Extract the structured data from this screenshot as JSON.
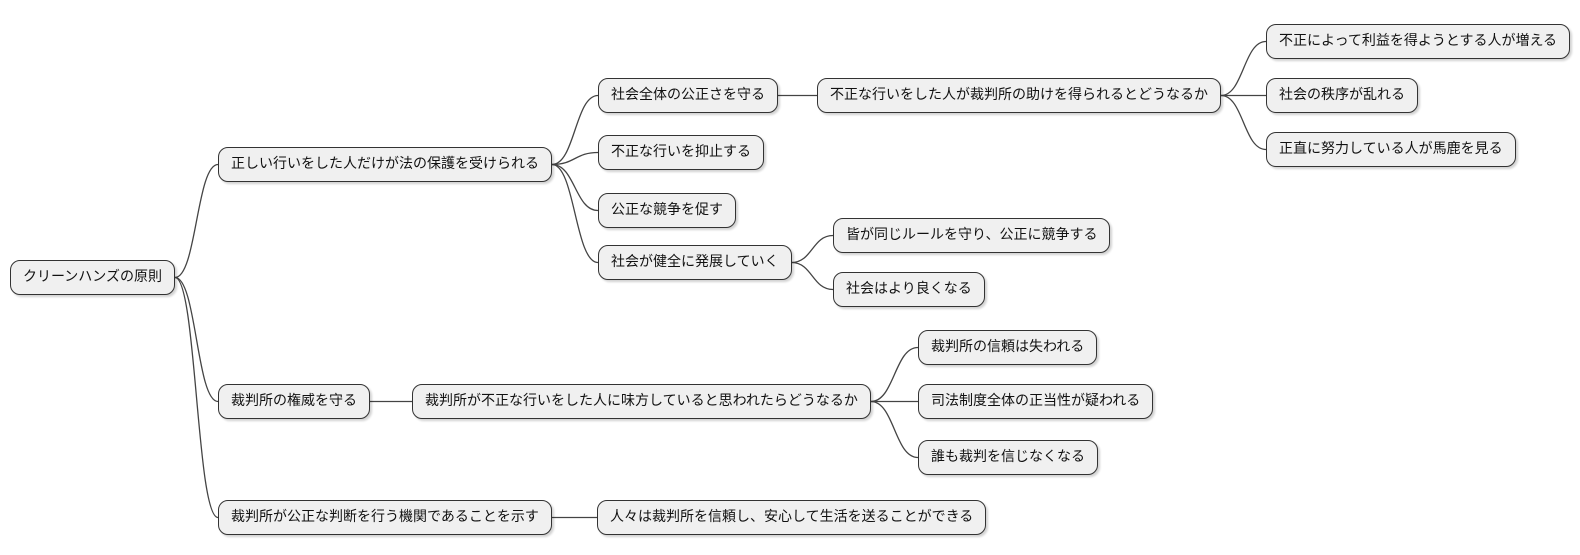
{
  "diagram": {
    "type": "mindmap",
    "title": "クリーンハンズの原則",
    "orientation": "left-to-right"
  },
  "colors": {
    "background": "#ffffff",
    "node_fill": "#f0f0f0",
    "node_border": "#333333",
    "edge": "#444444",
    "text": "#111111"
  },
  "nodes": {
    "root": {
      "label": "クリーンハンズの原則",
      "parent": null
    },
    "law_protection": {
      "label": "正しい行いをした人だけが法の保護を受けられる",
      "parent": "root"
    },
    "fairness": {
      "label": "社会全体の公正さを守る",
      "parent": "law_protection"
    },
    "deterrence": {
      "label": "不正な行いを抑止する",
      "parent": "law_protection"
    },
    "competition": {
      "label": "公正な競争を促す",
      "parent": "law_protection"
    },
    "development": {
      "label": "社会が健全に発展していく",
      "parent": "law_protection"
    },
    "q_court_help": {
      "label": "不正な行いをした人が裁判所の助けを得られるとどうなるか",
      "parent": "fairness"
    },
    "leaf_profit": {
      "label": "不正によって利益を得ようとする人が増える",
      "parent": "q_court_help"
    },
    "leaf_order": {
      "label": "社会の秩序が乱れる",
      "parent": "q_court_help"
    },
    "leaf_honest": {
      "label": "正直に努力している人が馬鹿を見る",
      "parent": "q_court_help"
    },
    "leaf_rules": {
      "label": "皆が同じルールを守り、公正に競争する",
      "parent": "development"
    },
    "leaf_better": {
      "label": "社会はより良くなる",
      "parent": "development"
    },
    "authority": {
      "label": "裁判所の権威を守る",
      "parent": "root"
    },
    "q_court_side": {
      "label": "裁判所が不正な行いをした人に味方していると思われたらどうなるか",
      "parent": "authority"
    },
    "leaf_trust_lost": {
      "label": "裁判所の信頼は失われる",
      "parent": "q_court_side"
    },
    "leaf_legitimacy": {
      "label": "司法制度全体の正当性が疑われる",
      "parent": "q_court_side"
    },
    "leaf_no_belief": {
      "label": "誰も裁判を信じなくなる",
      "parent": "q_court_side"
    },
    "fair_institution": {
      "label": "裁判所が公正な判断を行う機関であることを示す",
      "parent": "root"
    },
    "leaf_secure_life": {
      "label": "人々は裁判所を信頼し、安心して生活を送ることができる",
      "parent": "fair_institution"
    }
  }
}
